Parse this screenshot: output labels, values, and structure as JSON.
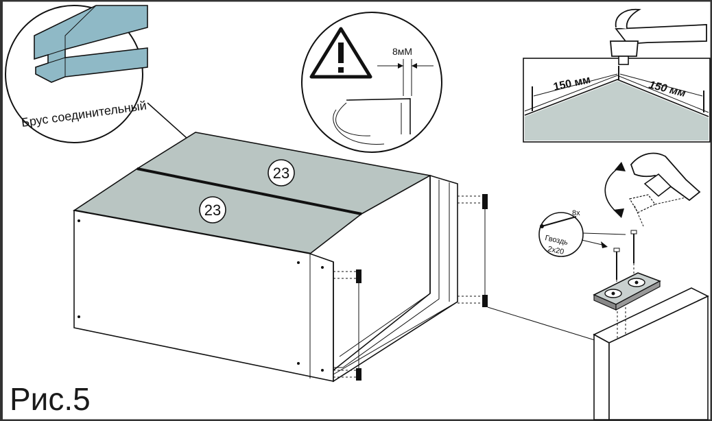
{
  "figure": {
    "caption": "Рис.5",
    "border_color": "#333333"
  },
  "callout_bar": {
    "label": "Брус соединительный",
    "profile_color": "#8fb9c6"
  },
  "callout_gap": {
    "label": "8мМ",
    "icon": "warning-triangle-icon"
  },
  "panels": [
    {
      "number": "23"
    },
    {
      "number": "23"
    }
  ],
  "top_detail": {
    "dim_left": "150 мм",
    "dim_right": "150 мм",
    "panel_color": "#c3cfcc",
    "icon": "hammer-icon"
  },
  "nail_detail": {
    "count_label": "8х",
    "name_label": "Гвоздь",
    "size_label": "2х20",
    "icon": "hammer-swing-icon"
  },
  "colors": {
    "panel_fill": "#b9c5c2",
    "line": "#111111"
  }
}
